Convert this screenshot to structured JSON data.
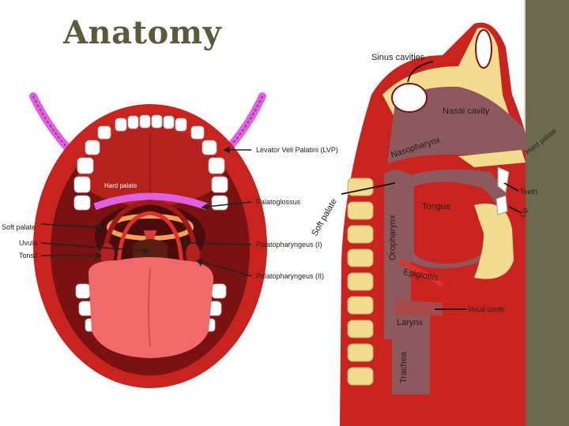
{
  "title": "Anatomy",
  "colors": {
    "accent": "#6b6a4e",
    "tissue_red": "#c8231e",
    "dark_red": "#7a1212",
    "cavity": "#8c5a5e",
    "bone": "#f3dc8f",
    "tongue": "#f06a6a",
    "muscle_pink": "#e060e0"
  },
  "mouth_labels": {
    "levator": "Levator Veli Palatini (LVP)",
    "hard_palate": "Hard palate",
    "palatoglossus": "Palatoglossus",
    "soft_palate": "Soft palate",
    "uvula": "Uvula",
    "tonsil": "Tonsil",
    "palatopharyngeus_1": "Palatopharyngeus (I)",
    "palatopharyngeus_2": "Palatopharyngeus (II)"
  },
  "head_labels": {
    "sinus": "Sinus cavities",
    "nasal": "Nasal cavity",
    "hard_palate": "Hard palate",
    "nasopharynx": "Nasopharynx",
    "soft_palate": "Soft palate",
    "teeth": "Teeth",
    "tongue": "Tongue",
    "lip": "Lip",
    "oropharynx": "Oropharynx",
    "epiglottis": "Epiglottis",
    "vocal_cords": "Vocal cords",
    "larynx": "Larynx",
    "trachea": "Trachea"
  }
}
